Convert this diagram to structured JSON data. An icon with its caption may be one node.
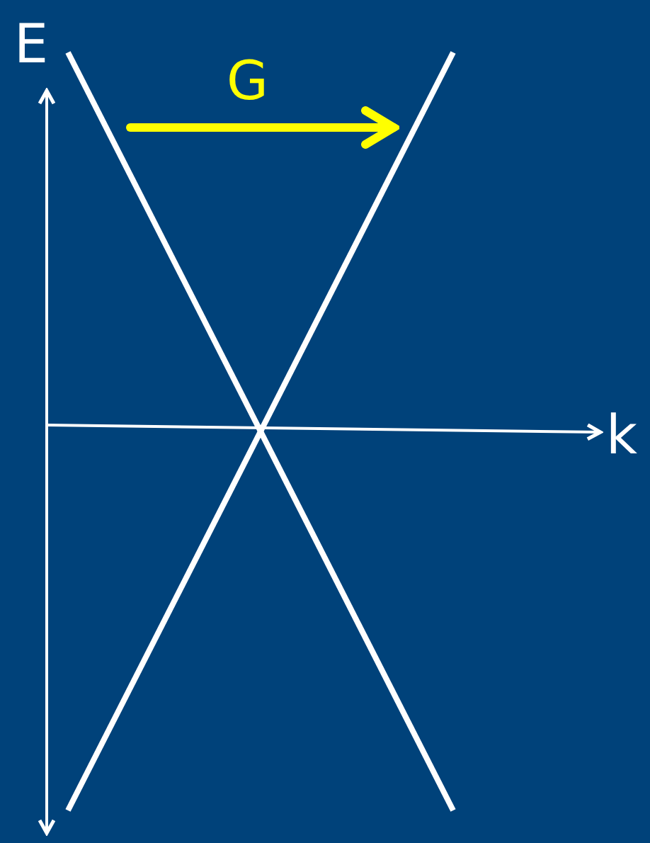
{
  "diagram": {
    "labels": [
      "E",
      "G",
      "k"
    ]
  }
}
